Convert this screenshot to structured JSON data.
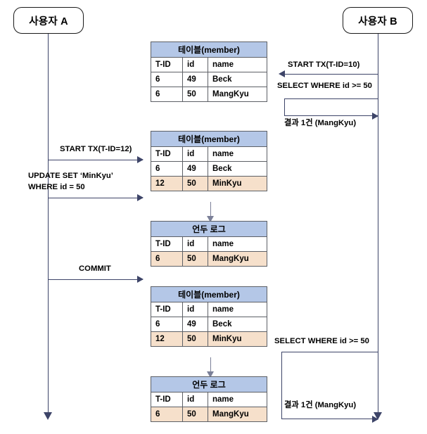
{
  "diagram": {
    "title": "MVCC Undo Log Sequence Diagram",
    "colors": {
      "table_header_blue": "#b4c7e7",
      "row_highlight_peach": "#f6e0cb",
      "line_navy": "#3d4468",
      "connector_gray": "#7b8098",
      "border_gray": "#5d6066"
    }
  },
  "actors": [
    {
      "id": "user-a",
      "label": "사용자 A"
    },
    {
      "id": "user-b",
      "label": "사용자 B"
    }
  ],
  "columns": {
    "tid": "T-ID",
    "id": "id",
    "name": "name"
  },
  "tables": [
    {
      "id": "table-member-1",
      "caption": "테이블(member)",
      "headers": [
        "T-ID",
        "id",
        "name"
      ],
      "rows": [
        {
          "tid": "6",
          "id": "49",
          "name": "Beck",
          "highlight": false
        },
        {
          "tid": "6",
          "id": "50",
          "name": "MangKyu",
          "highlight": false
        }
      ]
    },
    {
      "id": "table-member-2",
      "caption": "테이블(member)",
      "headers": [
        "T-ID",
        "id",
        "name"
      ],
      "rows": [
        {
          "tid": "6",
          "id": "49",
          "name": "Beck",
          "highlight": false
        },
        {
          "tid": "12",
          "id": "50",
          "name": "MinKyu",
          "highlight": true
        }
      ]
    },
    {
      "id": "undo-log-1",
      "caption": "언두 로그",
      "headers": [
        "T-ID",
        "id",
        "name"
      ],
      "rows": [
        {
          "tid": "6",
          "id": "50",
          "name": "MangKyu",
          "highlight": true
        }
      ]
    },
    {
      "id": "table-member-3",
      "caption": "테이블(member)",
      "headers": [
        "T-ID",
        "id",
        "name"
      ],
      "rows": [
        {
          "tid": "6",
          "id": "49",
          "name": "Beck",
          "highlight": false
        },
        {
          "tid": "12",
          "id": "50",
          "name": "MinKyu",
          "highlight": true
        }
      ]
    },
    {
      "id": "undo-log-2",
      "caption": "언두 로그",
      "headers": [
        "T-ID",
        "id",
        "name"
      ],
      "rows": [
        {
          "tid": "6",
          "id": "50",
          "name": "MangKyu",
          "highlight": true
        }
      ]
    }
  ],
  "messages": [
    {
      "id": "msg-b-start-tx",
      "label": "START TX(T-ID=10)",
      "direction": "left"
    },
    {
      "id": "msg-b-select-1",
      "label": "SELECT WHERE id >= 50",
      "direction": "loop"
    },
    {
      "id": "msg-b-result-1",
      "label": "결과 1건 (MangKyu)",
      "direction": "right"
    },
    {
      "id": "msg-a-start-tx",
      "label": "START TX(T-ID=12)",
      "direction": "right"
    },
    {
      "id": "msg-a-update-line1",
      "label": "UPDATE SET ‘MinKyu’",
      "direction": "right"
    },
    {
      "id": "msg-a-update-line2",
      "label": "WHERE id = 50",
      "direction": "right"
    },
    {
      "id": "msg-a-commit",
      "label": "COMMIT",
      "direction": "right"
    },
    {
      "id": "msg-b-select-2",
      "label": "SELECT WHERE id >= 50",
      "direction": "loop"
    },
    {
      "id": "msg-b-result-2",
      "label": "결과 1건 (MangKyu)",
      "direction": "right"
    }
  ]
}
